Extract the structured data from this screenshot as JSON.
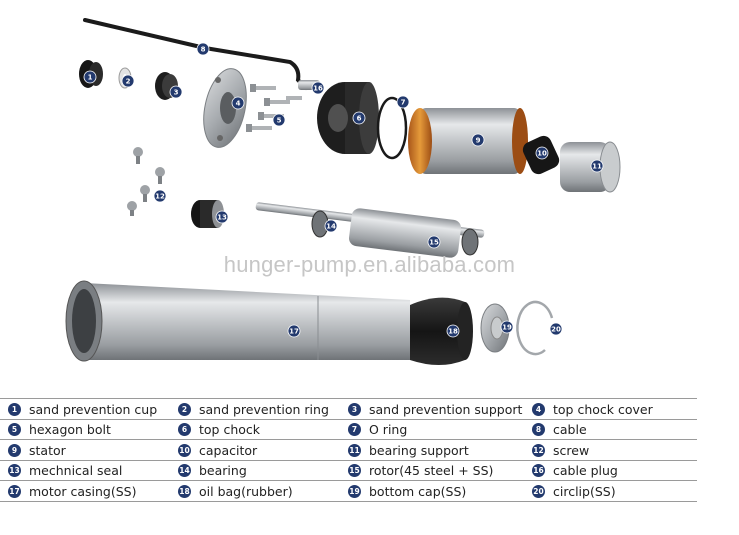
{
  "watermark": "hunger-pump.en.alibaba.com",
  "callouts": [
    "1",
    "2",
    "3",
    "4",
    "5",
    "6",
    "7",
    "8",
    "9",
    "10",
    "11",
    "12",
    "13",
    "14",
    "15",
    "16",
    "17",
    "18",
    "19",
    "20"
  ],
  "parts": [
    {
      "num": "1",
      "label": "sand prevention cup"
    },
    {
      "num": "2",
      "label": "sand prevention ring"
    },
    {
      "num": "3",
      "label": "sand prevention support"
    },
    {
      "num": "4",
      "label": "top chock cover"
    },
    {
      "num": "5",
      "label": "hexagon bolt"
    },
    {
      "num": "6",
      "label": "top chock"
    },
    {
      "num": "7",
      "label": "O ring"
    },
    {
      "num": "8",
      "label": "cable"
    },
    {
      "num": "9",
      "label": "stator"
    },
    {
      "num": "10",
      "label": "capacitor"
    },
    {
      "num": "11",
      "label": "bearing support"
    },
    {
      "num": "12",
      "label": "screw"
    },
    {
      "num": "13",
      "label": "mechnical seal"
    },
    {
      "num": "14",
      "label": "bearing"
    },
    {
      "num": "15",
      "label": "rotor(45 steel + SS)"
    },
    {
      "num": "16",
      "label": "cable plug"
    },
    {
      "num": "17",
      "label": "motor casing(SS)"
    },
    {
      "num": "18",
      "label": "oil bag(rubber)"
    },
    {
      "num": "19",
      "label": "bottom cap(SS)"
    },
    {
      "num": "20",
      "label": "circlip(SS)"
    }
  ],
  "colors": {
    "badge": "#233a6e",
    "steel": "#b9bcc0",
    "rubber": "#1c1c1c",
    "copper": "#c8701e"
  }
}
